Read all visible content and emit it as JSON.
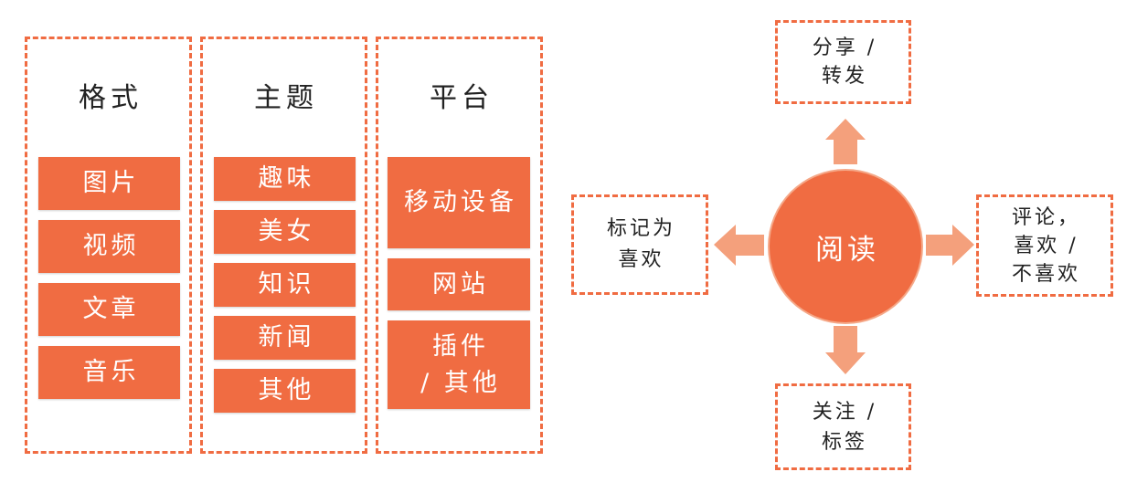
{
  "columns": [
    {
      "header": "格式",
      "items": [
        [
          "图片"
        ],
        [
          "视频"
        ],
        [
          "文章"
        ],
        [
          "音乐"
        ]
      ]
    },
    {
      "header": "主题",
      "items": [
        [
          "趣味"
        ],
        [
          "美女"
        ],
        [
          "知识"
        ],
        [
          "新闻"
        ],
        [
          "其他"
        ]
      ]
    },
    {
      "header": "平台",
      "items": [
        [
          "移动设备"
        ],
        [
          "网站"
        ],
        [
          "插件",
          "/ 其他"
        ]
      ]
    }
  ],
  "hub": {
    "label": "阅读"
  },
  "actions": {
    "share": [
      "分享 /",
      "转发"
    ],
    "mark_like": [
      "标记为",
      "喜欢"
    ],
    "comment": [
      "评论，",
      "喜欢 /",
      "不喜欢"
    ],
    "follow": [
      "关注 /",
      "标签"
    ]
  },
  "colors": {
    "accent": "#F06C42",
    "arrow": "#F4A07C",
    "text": "#222222",
    "hub_ring": "#F5A888"
  }
}
